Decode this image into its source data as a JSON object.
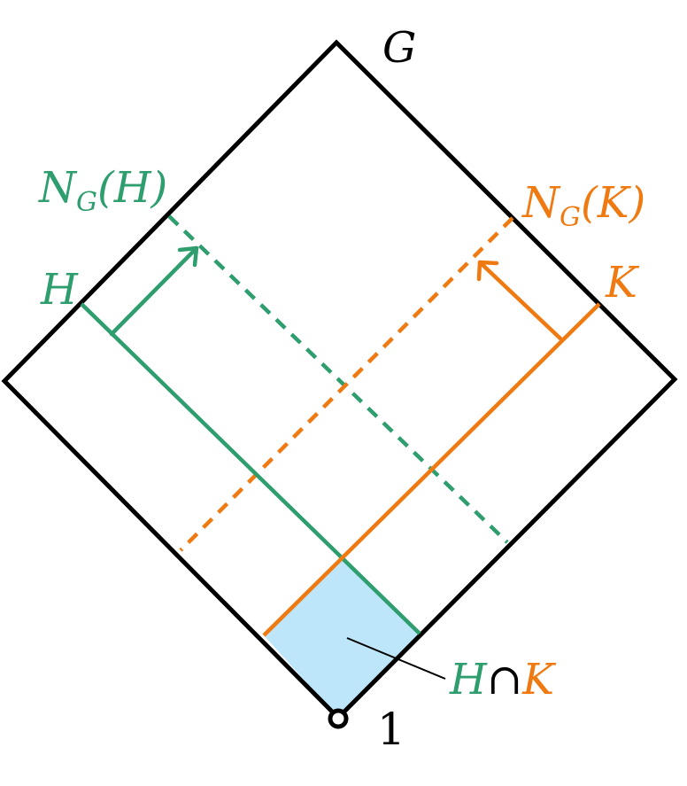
{
  "labels": {
    "group": "G",
    "identity": "1",
    "h": "H",
    "k": "K",
    "normalizer_h": {
      "main": "N",
      "sub": "G",
      "arg": "(H)"
    },
    "normalizer_k": {
      "main": "N",
      "sub": "G",
      "arg": "(K)"
    },
    "intersection": {
      "left": "H",
      "op": "∩",
      "right": "K"
    }
  },
  "colors": {
    "outline": "#000000",
    "green": "#2e9e6e",
    "orange": "#f07a12",
    "intersection_fill": "#bde6fb"
  }
}
